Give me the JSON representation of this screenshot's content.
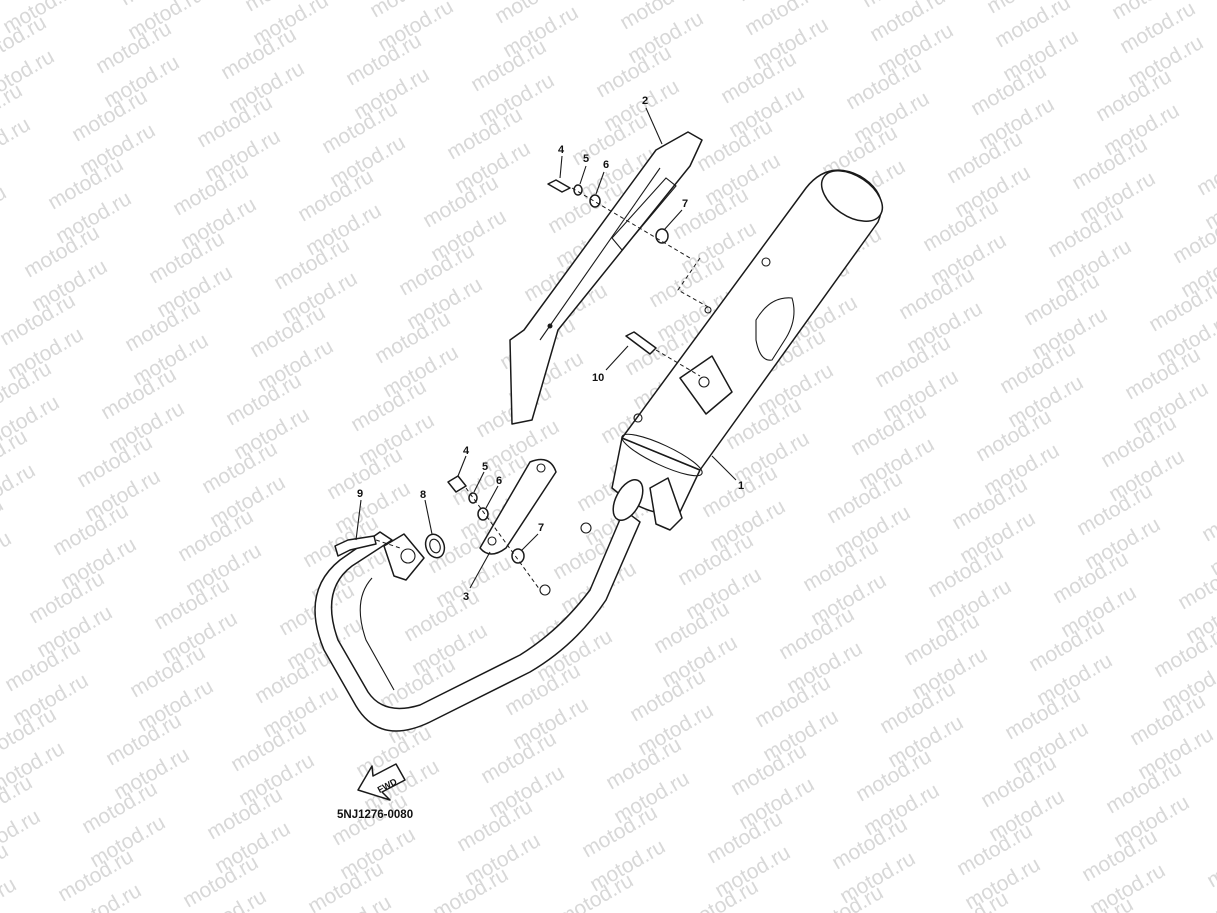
{
  "watermark": {
    "text": "motod.ru"
  },
  "diagram": {
    "callouts": {
      "c1": "1",
      "c2": "2",
      "c3": "3",
      "c4a": "4",
      "c4b": "4",
      "c5a": "5",
      "c5b": "5",
      "c6a": "6",
      "c6b": "6",
      "c7a": "7",
      "c7b": "7",
      "c8": "8",
      "c9": "9",
      "c10": "10"
    },
    "fwd_label": "FWD",
    "part_code": "5NJ1276-0080"
  }
}
